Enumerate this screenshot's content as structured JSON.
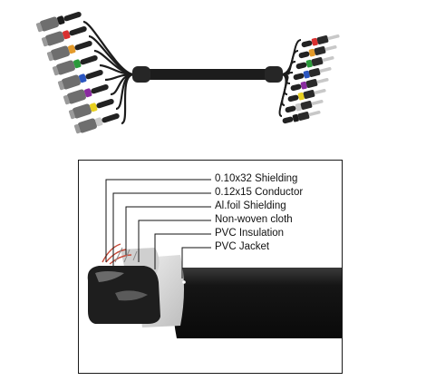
{
  "cable_layers": [
    {
      "label": "0.10x32 Shielding"
    },
    {
      "label": "0.12x15 Conductor"
    },
    {
      "label": "Al.foil Shielding"
    },
    {
      "label": "Non-woven cloth"
    },
    {
      "label": "PVC Insulation"
    },
    {
      "label": "PVC Jacket"
    }
  ],
  "colors": {
    "cable": "#1c1c1c",
    "xlr_body": "#6e6e6e",
    "jack_tip": "#c8c8c8",
    "color_rings": [
      "#1a1a1a",
      "#d93030",
      "#e39a2a",
      "#2a9a3a",
      "#2a55c0",
      "#8a2aa0",
      "#e8d020",
      "#c8c8c8"
    ]
  }
}
